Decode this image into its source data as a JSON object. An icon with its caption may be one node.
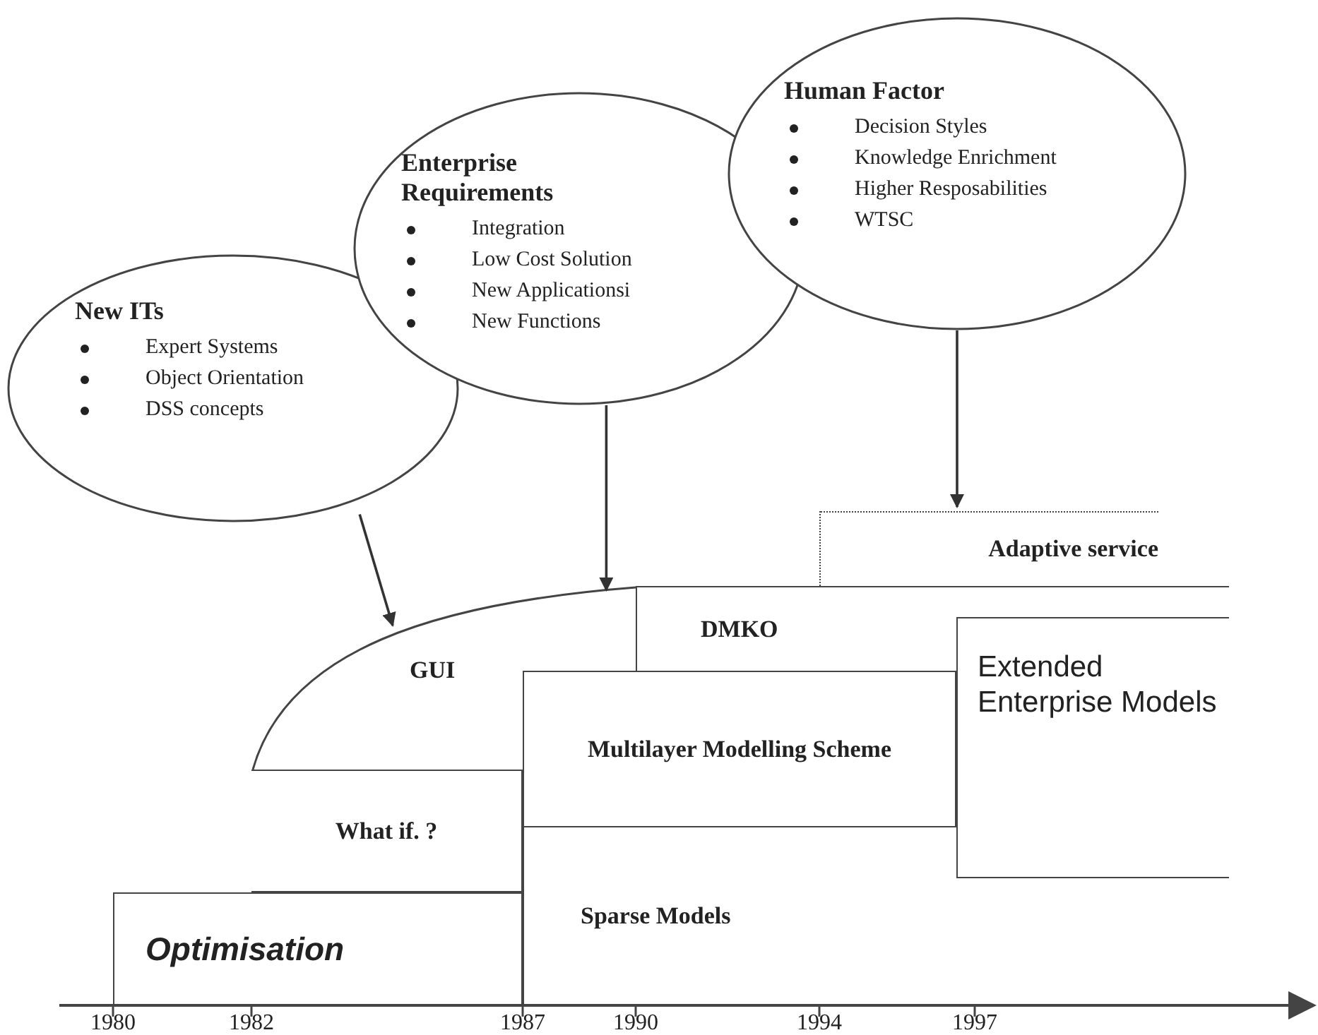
{
  "diagram": {
    "nodes": [
      {
        "text": [
          "New ITs",
          "Expert Systems",
          "Object Orientation",
          "DSS concepts"
        ]
      },
      {
        "text": [
          "Enterprise Requirements",
          "Integration",
          "Low Cost Solution",
          "New Applicationsi",
          "New Functions"
        ]
      },
      {
        "text": [
          "Human Factor",
          "Decision Styles",
          "Knowledge Enrichment",
          "Higher Resposabilities",
          "WTSC"
        ]
      },
      {
        "text": [
          "Optimisation"
        ]
      },
      {
        "text": [
          "What if. ?"
        ]
      },
      {
        "text": [
          "GUI"
        ]
      },
      {
        "text": [
          "DMKO"
        ]
      },
      {
        "text": [
          "Adaptive service"
        ]
      },
      {
        "text": [
          "Multilayer Modelling Scheme"
        ]
      },
      {
        "text": [
          "Sparse Models"
        ]
      },
      {
        "text": [
          "Extended Enterprise Models"
        ]
      }
    ],
    "edges": [
      {
        "from": 0,
        "to": 5,
        "arrow": "to"
      },
      {
        "from": 1,
        "to": 5,
        "arrow": "to"
      },
      {
        "from": 2,
        "to": 7,
        "arrow": "to"
      }
    ],
    "labels": [
      "1980",
      "1982",
      "1987",
      "1990",
      "1994",
      "1997"
    ]
  }
}
